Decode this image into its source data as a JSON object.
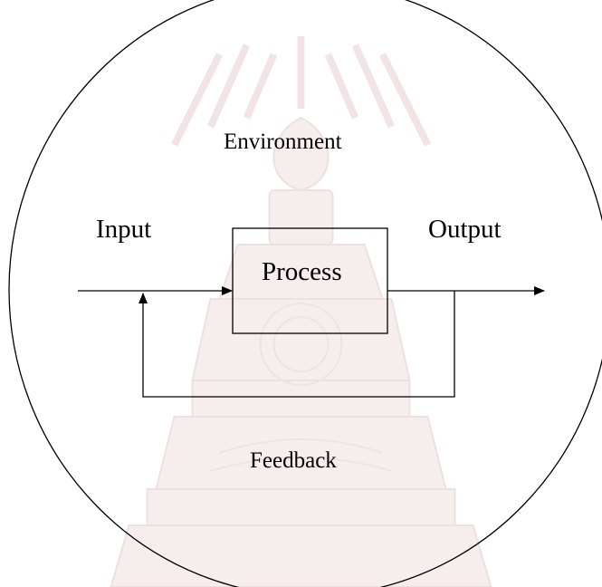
{
  "diagram": {
    "environment_label": "Environment",
    "input_label": "Input",
    "output_label": "Output",
    "process_label": "Process",
    "feedback_label": "Feedback"
  },
  "colors": {
    "stroke": "#000000",
    "background": "#ffffff",
    "watermark": "#f3e8e8"
  },
  "icons": {
    "watermark": "university-seal-watermark"
  }
}
